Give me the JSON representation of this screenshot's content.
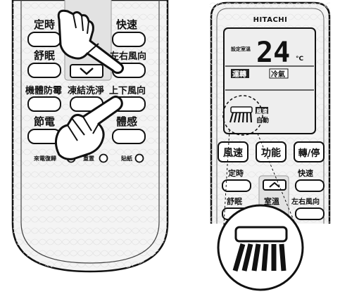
{
  "left_remote": {
    "rows": [
      {
        "left": "定時",
        "right": "快速"
      },
      {
        "left": "舒眠",
        "right": "左右風向"
      },
      {
        "left": "機體防霉",
        "middle": "凍結洗淨",
        "right": "上下風向"
      },
      {
        "left": "節電",
        "right": "體感"
      }
    ],
    "bottom_labels": {
      "left": "來電復歸",
      "middle": "重置",
      "right": "貼紙"
    }
  },
  "right_remote": {
    "brand": "HITACHI",
    "display": {
      "set_temp_label": "設定室溫",
      "temperature": "24",
      "unit": "°C",
      "mode_operate": "運轉",
      "mode_type": "冷氣",
      "fan_speed_label": "風速",
      "fan_mode": "自動"
    },
    "main_buttons": [
      "風速",
      "功能",
      "轉/停"
    ],
    "rows": [
      {
        "left": "定時",
        "right": "快速"
      },
      {
        "left": "舒眠",
        "middle": "室溫",
        "right": "左右風向"
      }
    ]
  }
}
